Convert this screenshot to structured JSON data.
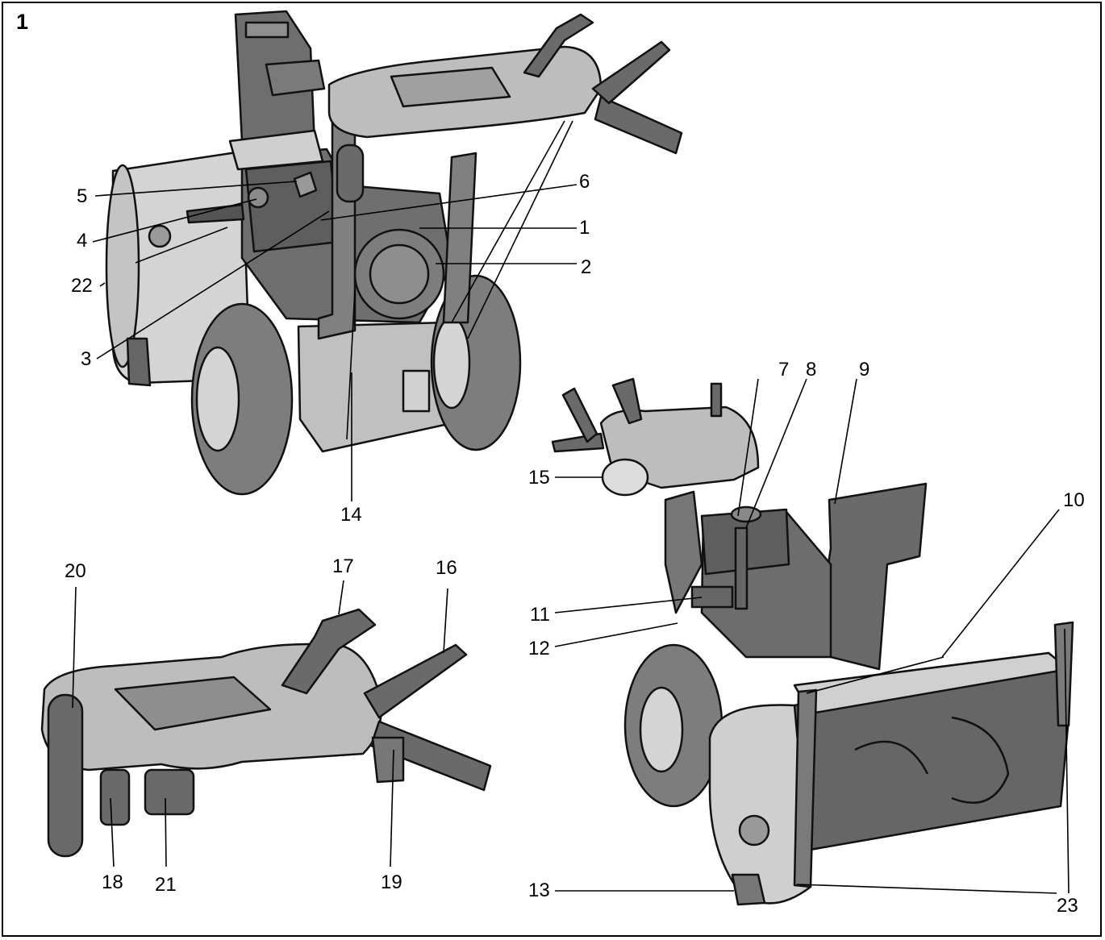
{
  "figure_number": "1",
  "callouts": [
    "1",
    "2",
    "3",
    "4",
    "5",
    "6",
    "7",
    "8",
    "9",
    "10",
    "11",
    "12",
    "13",
    "14",
    "15",
    "16",
    "17",
    "18",
    "19",
    "20",
    "21",
    "22",
    "23"
  ],
  "colors": {
    "body": "#bdbdbd",
    "body_light": "#d6d6d6",
    "dark": "#6a6a6a",
    "tire": "#7d7d7d",
    "outline": "#111111",
    "frame": "#000000"
  }
}
